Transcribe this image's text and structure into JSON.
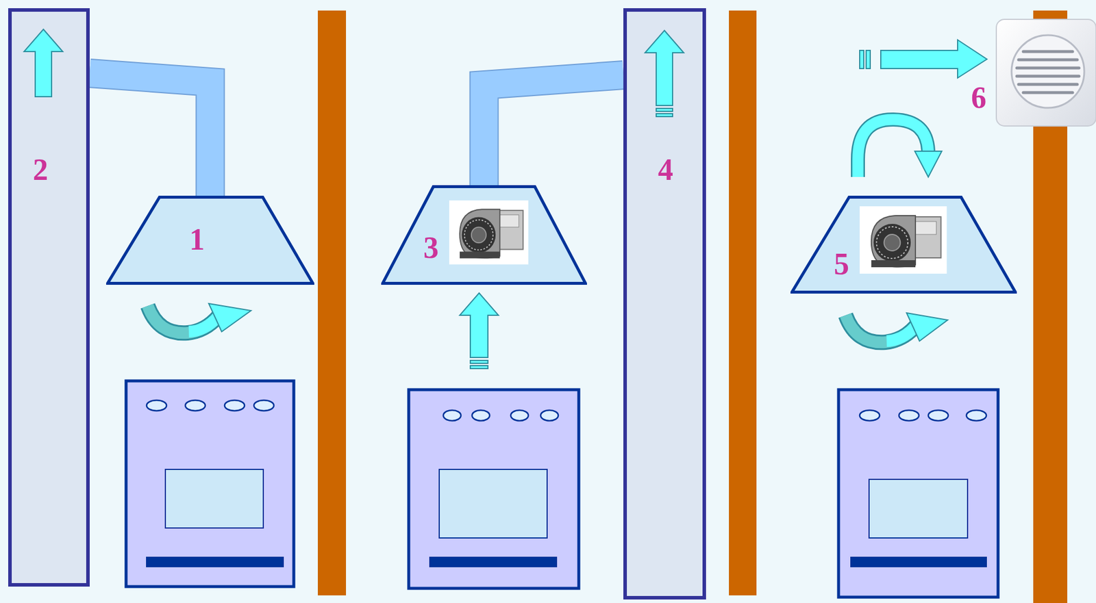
{
  "diagram": {
    "nodes": [
      {
        "text": [
          "2"
        ]
      },
      {
        "text": [
          "1"
        ]
      },
      {
        "text": [
          "3"
        ]
      },
      {
        "text": [
          "4"
        ]
      },
      {
        "text": [
          "5"
        ]
      }
    ],
    "edges": [
      {
        "from": 1,
        "to": 0,
        "arrow": "none"
      },
      {
        "from": 2,
        "to": 3,
        "arrow": "none"
      }
    ],
    "labels": [
      "6"
    ]
  }
}
